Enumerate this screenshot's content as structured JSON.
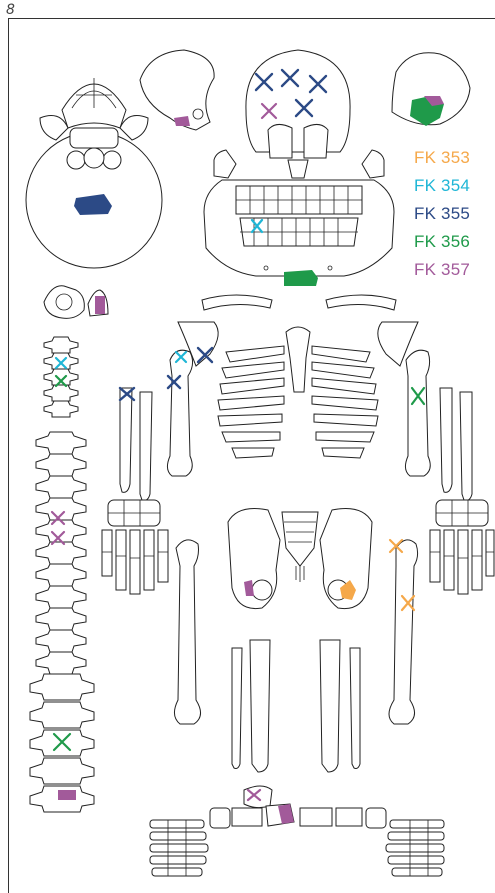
{
  "page_number": "8",
  "legend": [
    {
      "label": "FK 353",
      "color": "#f5a84a"
    },
    {
      "label": "FK 354",
      "color": "#1fb6d6"
    },
    {
      "label": "FK 355",
      "color": "#2c4a86"
    },
    {
      "label": "FK 356",
      "color": "#1f9a4a"
    },
    {
      "label": "FK 357",
      "color": "#a25a9a"
    }
  ]
}
